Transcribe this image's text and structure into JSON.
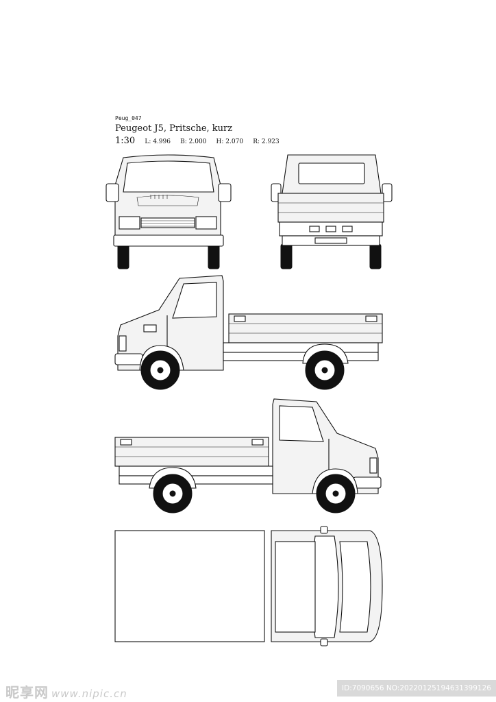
{
  "header": {
    "code": "Peug_047",
    "title": "Peugeot J5, Pritsche, kurz",
    "scale": "1:30",
    "length": "L: 4.996",
    "width": "B: 2.000",
    "height": "H: 2.070",
    "wheelbase": "R: 2.923"
  },
  "watermark": {
    "brand": "昵享网",
    "url": "www.nipic.cn",
    "id_text": "ID:7090656 NO:20220125194631399126"
  },
  "views": [
    "front-view",
    "rear-view",
    "left-side-view",
    "right-side-view",
    "top-view"
  ]
}
